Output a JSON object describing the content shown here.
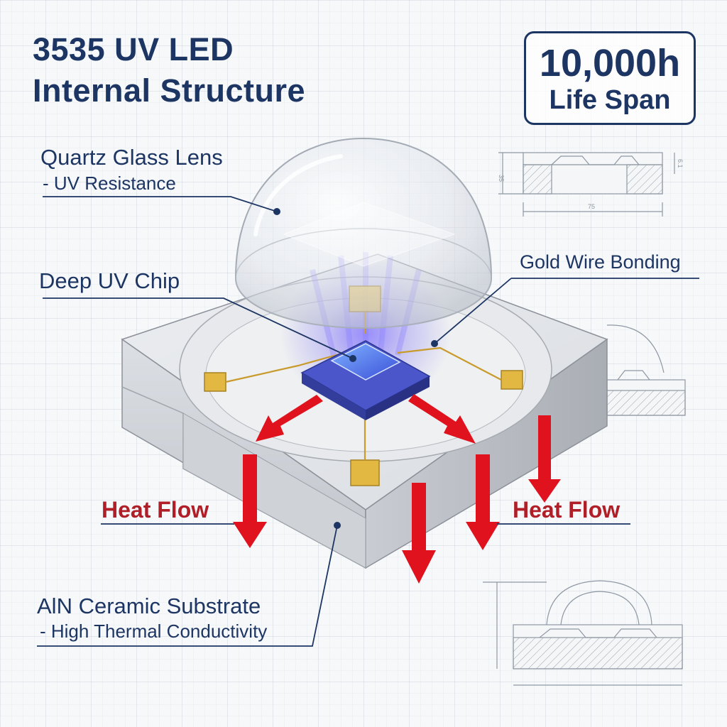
{
  "title": {
    "line1": "3535 UV LED",
    "line2": "Internal Structure"
  },
  "life_span": {
    "value": "10,000h",
    "label": "Life Span"
  },
  "labels": {
    "lens": {
      "title": "Quartz Glass Lens",
      "subtitle": "- UV Resistance"
    },
    "chip": {
      "title": "Deep UV Chip"
    },
    "wire": {
      "title": "Gold Wire Bonding"
    },
    "substrate": {
      "title": "AlN Ceramic Substrate",
      "subtitle": "- High Thermal Conductivity"
    },
    "heat_left": "Heat Flow",
    "heat_right": "Heat Flow"
  },
  "drawing_dimensions": {
    "width": "75",
    "height_left": "35",
    "height_right": "6.1"
  },
  "colors": {
    "text": "#1d3563",
    "heat_arrow": "#e0121e",
    "heat_text": "#b01e28",
    "uv_glow": "#6a5cff",
    "gold": "#e2b742"
  }
}
